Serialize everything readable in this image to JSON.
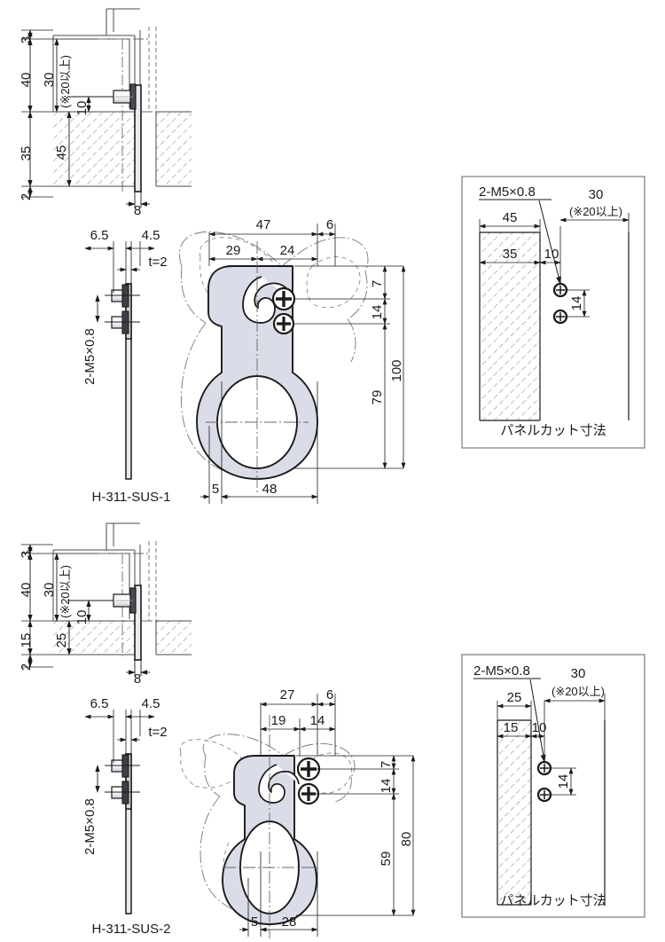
{
  "drawing": {
    "title": "H-311-SUS handle technical drawing",
    "colors": {
      "line": "#1a1a1a",
      "thin_line": "#555555",
      "hatch": "#888888",
      "part_fill": "#dadce8",
      "box_border": "#888888",
      "background": "#ffffff"
    }
  },
  "variant_1": {
    "part_label": "H-311-SUS-1",
    "section_view": {
      "name": "mounting-section-1",
      "dims_left": [
        "3",
        "40",
        "35",
        "2"
      ],
      "dims_inner": [
        "30",
        "(※20以上)",
        "10",
        "45"
      ],
      "dim_bottom": "8"
    },
    "side_view": {
      "name": "side-view-1",
      "dim_left": "6.5",
      "dim_right": "4.5",
      "dim_thickness": "t=2",
      "dim_thread": "2-M5×0.8"
    },
    "front_view": {
      "name": "front-view-1",
      "dims_top_outer": "47",
      "dims_top_right": "6",
      "dims_top_inner_left": "29",
      "dims_top_inner_right": "24",
      "dims_right": [
        "7",
        "14",
        "79",
        "100"
      ],
      "dims_bottom": [
        "5",
        "48"
      ]
    },
    "panel_cut": {
      "name": "panel-cut-1",
      "caption": "パネルカット寸法",
      "thread_note": "2-M5×0.8",
      "dim_total": "45",
      "dim_hatch": "35",
      "dim_gap": "10",
      "dim_clearance": "30",
      "dim_clearance_note": "(※20以上)",
      "dim_pitch": "14"
    }
  },
  "variant_2": {
    "part_label": "H-311-SUS-2",
    "section_view": {
      "name": "mounting-section-2",
      "dims_left": [
        "3",
        "40",
        "15",
        "2"
      ],
      "dims_inner": [
        "30",
        "(※20以上)",
        "10",
        "25"
      ],
      "dim_bottom": "8"
    },
    "side_view": {
      "name": "side-view-2",
      "dim_left": "6.5",
      "dim_right": "4.5",
      "dim_thickness": "t=2",
      "dim_thread": "2-M5×0.8"
    },
    "front_view": {
      "name": "front-view-2",
      "dims_top_outer": "27",
      "dims_top_right": "6",
      "dims_top_inner_left": "19",
      "dims_top_inner_right": "14",
      "dims_right": [
        "7",
        "14",
        "59",
        "80"
      ],
      "dims_bottom": [
        "5",
        "28"
      ]
    },
    "panel_cut": {
      "name": "panel-cut-2",
      "caption": "パネルカット寸法",
      "thread_note": "2-M5×0.8",
      "dim_total": "25",
      "dim_hatch": "15",
      "dim_gap": "10",
      "dim_clearance": "30",
      "dim_clearance_note": "(※20以上)",
      "dim_pitch": "14"
    }
  }
}
